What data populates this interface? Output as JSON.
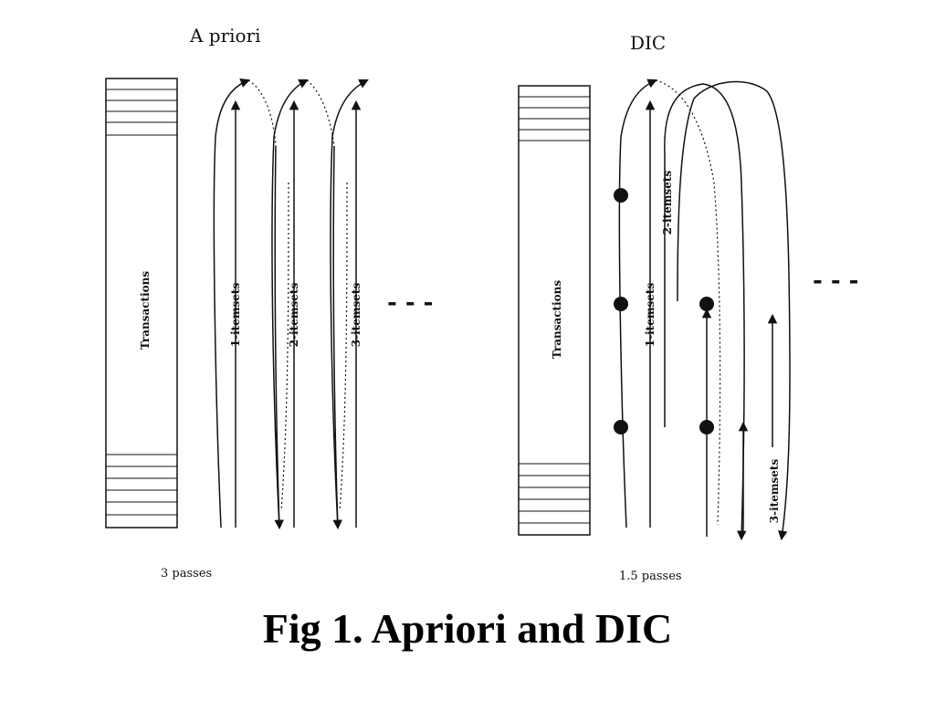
{
  "apriori": {
    "title": "A priori",
    "transactions_label": "Transactions",
    "itemsets": [
      "1-itemsets",
      "2-itemsets",
      "3-itemsets"
    ],
    "ellipsis": "- - -",
    "passes": "3 passes"
  },
  "dic": {
    "title": "DIC",
    "transactions_label": "Transactions",
    "itemsets": [
      "1-itemsets",
      "2-itemsets",
      "3-itemsets"
    ],
    "ellipsis": "- - -",
    "passes": "1.5 passes"
  },
  "caption": "Fig 1. Apriori and DIC",
  "colors": {
    "ink": "#111111",
    "background": "#ffffff"
  }
}
